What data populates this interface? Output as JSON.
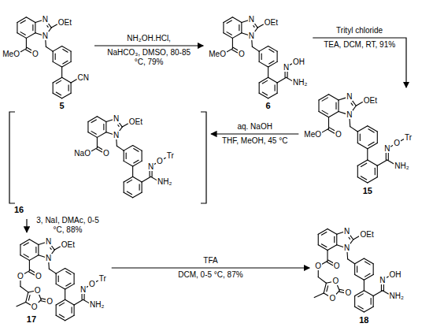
{
  "diagram": {
    "nodes": [
      {
        "text": [
          "N",
          "OEt",
          "N",
          "O",
          "MeO",
          "CN",
          "5"
        ]
      },
      {
        "text": [
          "N",
          "OEt",
          "N",
          "O",
          "MeO",
          "N",
          "OH",
          "NH₂",
          "6"
        ]
      },
      {
        "text": [
          "N",
          "OEt",
          "N",
          "O",
          "MeO",
          "N",
          "O",
          "Tr",
          "NH₂",
          "15"
        ]
      },
      {
        "text": [
          "N",
          "OEt",
          "N",
          "O",
          "NaO",
          "N",
          "O",
          "Tr",
          "NH₂",
          "16"
        ]
      },
      {
        "text": [
          "N",
          "OEt",
          "N",
          "O",
          "O",
          "O",
          "O",
          "O",
          "N",
          "O",
          "Tr",
          "NH₂",
          "17"
        ]
      },
      {
        "text": [
          "N",
          "OEt",
          "N",
          "O",
          "O",
          "O",
          "O",
          "O",
          "N",
          "OH",
          "NH₂",
          "18"
        ]
      }
    ],
    "edges": [
      {
        "from": 0,
        "to": 1,
        "arrow": "to",
        "label": "NH₂OH.HCl,"
      },
      {
        "from": 1,
        "to": 2,
        "arrow": "to",
        "label": "Trityl chloride"
      },
      {
        "from": 2,
        "to": 3,
        "arrow": "to",
        "label": "aq. NaOH"
      },
      {
        "from": 3,
        "to": 4,
        "arrow": "to",
        "label": "3, NaI, DMAc, 0-5 °C, 88%"
      },
      {
        "from": 4,
        "to": 5,
        "arrow": "to",
        "label": "TFA"
      }
    ],
    "labels": [
      "NaHCO₃, DMSO, 80-85 °C, 79%",
      "TEA, DCM, RT, 91%",
      "THF, MeOH, 45 °C",
      "DCM, 0-5 °C, 87%"
    ]
  }
}
